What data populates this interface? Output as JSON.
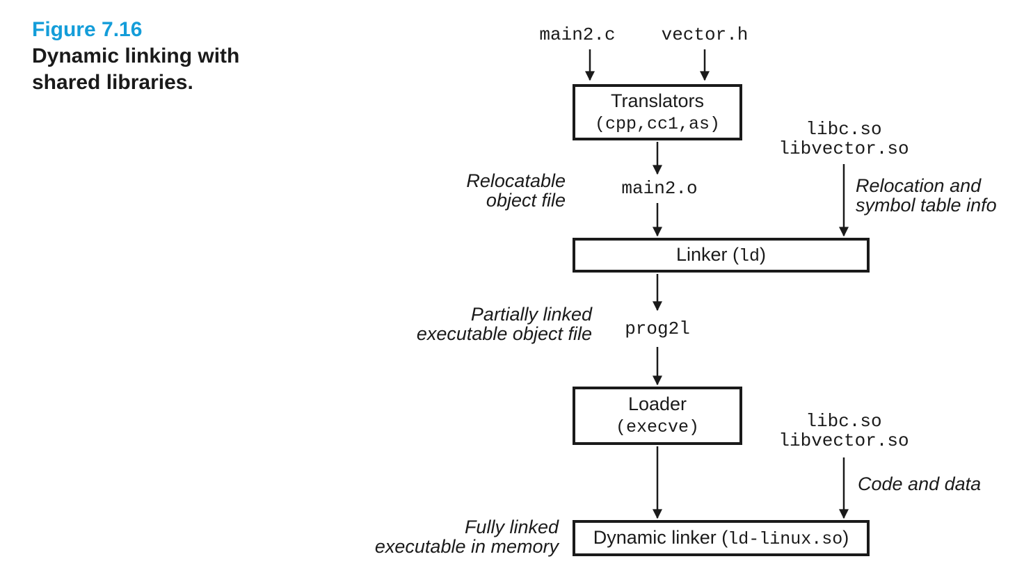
{
  "figure": {
    "number": "Figure 7.16",
    "caption_line1": "Dynamic linking with",
    "caption_line2": "shared libraries."
  },
  "diagram": {
    "inputs": {
      "source_file": "main2.c",
      "header_file": "vector.h"
    },
    "translators_box": {
      "title": "Translators",
      "tools": "(cpp,cc1,as)"
    },
    "relocatable_label": {
      "line1": "Relocatable",
      "line2": "object file"
    },
    "relocatable_file": "main2.o",
    "shared_libs_top": {
      "line1": "libc.so",
      "line2": "libvector.so"
    },
    "reloc_info_label": {
      "line1": "Relocation and",
      "line2": "symbol table info"
    },
    "linker_box": {
      "prefix": "Linker (",
      "code": "ld",
      "suffix": ")"
    },
    "partial_label": {
      "line1": "Partially linked",
      "line2": "executable object file"
    },
    "partial_exe": "prog2l",
    "loader_box": {
      "title": "Loader",
      "syscall": "(execve)"
    },
    "shared_libs_bottom": {
      "line1": "libc.so",
      "line2": "libvector.so"
    },
    "code_data_label": "Code and data",
    "dynamic_linker_box": {
      "prefix": "Dynamic linker (",
      "code": "ld-linux.so",
      "suffix": ")"
    },
    "fully_linked_label": {
      "line1": "Fully linked",
      "line2": "executable in memory"
    }
  },
  "colors": {
    "ink": "#1a1a1a",
    "accent": "#149dd9",
    "background": "#ffffff"
  }
}
